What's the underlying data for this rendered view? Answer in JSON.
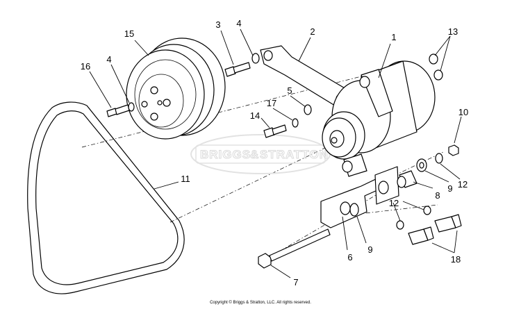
{
  "watermark": {
    "brand_left": "BRIGGS",
    "brand_amp": "&",
    "brand_right": "STRATTON"
  },
  "callouts": [
    "1",
    "2",
    "3",
    "4",
    "4",
    "5",
    "6",
    "7",
    "8",
    "9",
    "9",
    "10",
    "11",
    "12",
    "12",
    "13",
    "14",
    "15",
    "16",
    "17",
    "18"
  ],
  "copyright": "Copyright © Briggs & Stratton, LLC. All rights reserved."
}
